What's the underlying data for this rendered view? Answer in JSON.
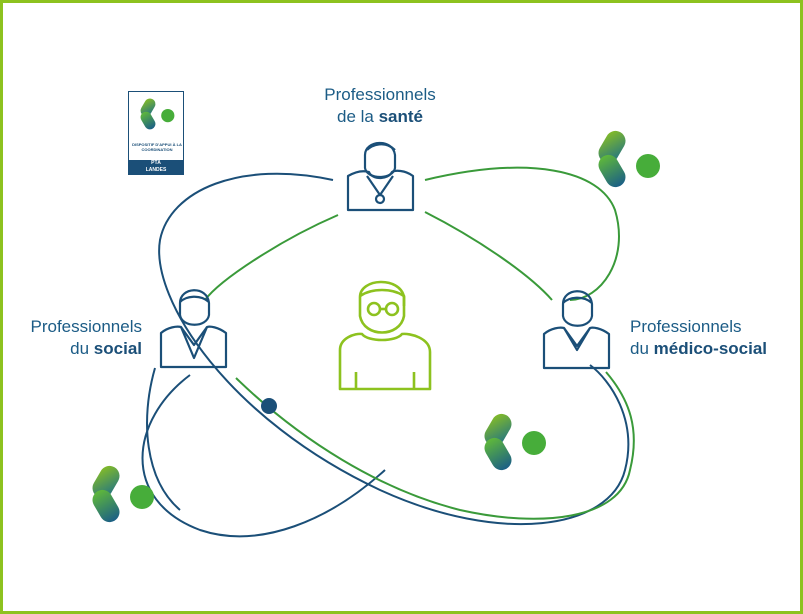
{
  "nodes": {
    "sante": {
      "line1": "Professionnels",
      "line2_prefix": "de la ",
      "line2_bold": "santé"
    },
    "social": {
      "line1": "Professionnels",
      "line2_prefix": "du ",
      "line2_bold": "social"
    },
    "medico": {
      "line1": "Professionnels",
      "line2_prefix": "du ",
      "line2_bold": "médico-social"
    }
  },
  "badge": {
    "caption": "DISPOSITIF D'APPUI À LA COORDINATION",
    "footer_line1": "PTA",
    "footer_line2": "LANDES"
  },
  "colors": {
    "frame": "#8dc21f",
    "navy": "#1b4f78",
    "green": "#3a9a3a",
    "lime": "#8dc21f"
  },
  "icons": [
    "person-icon",
    "doctor-icon",
    "patient-icon",
    "dac-logo-icon"
  ]
}
